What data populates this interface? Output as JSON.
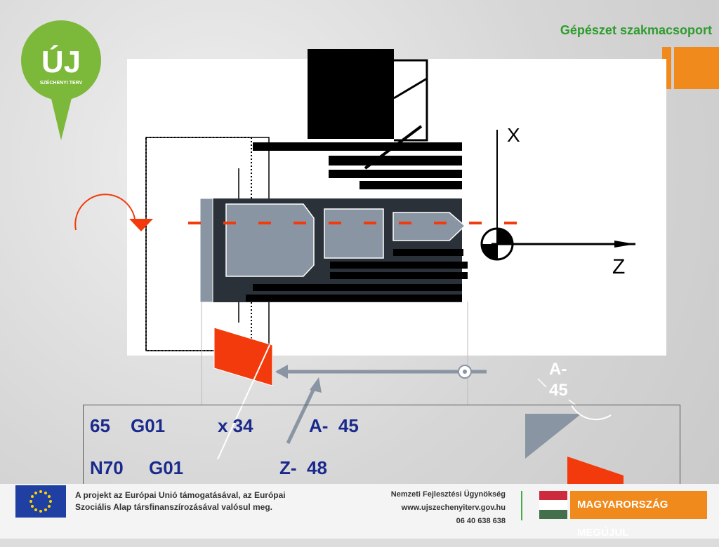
{
  "header": {
    "title": "Gépészet szakmacsoport",
    "logo_text": "ÚJ",
    "logo_sub": "SZÉCHENYI TERV"
  },
  "diagram": {
    "axis_x_label": "X",
    "axis_z_label": "Z",
    "angle_label_line1": "A-",
    "angle_label_line2": "45"
  },
  "code": {
    "line1": {
      "n": "65",
      "g": "G01",
      "x": "x 34",
      "a": "A-  45"
    },
    "line2": {
      "n": "N70",
      "g": "G01",
      "z": "Z-  48"
    }
  },
  "footer": {
    "left_line1": "A projekt az Európai Unió támogatásával, az Európai",
    "left_line2": "Szociális Alap társfinanszírozásával valósul meg.",
    "mid_line1": "Nemzeti Fejlesztési Ügynökség",
    "mid_line2": "www.ujszechenyiterv.gov.hu",
    "mid_line3": "06 40 638 638",
    "right_banner": "MAGYARORSZÁG MEGÚJUL"
  },
  "colors": {
    "accent_green": "#2e9c2e",
    "accent_orange": "#f08a1c",
    "code_blue": "#1a2a8c",
    "tool_red": "#f23a0c",
    "part_gray": "#8a95a3"
  }
}
